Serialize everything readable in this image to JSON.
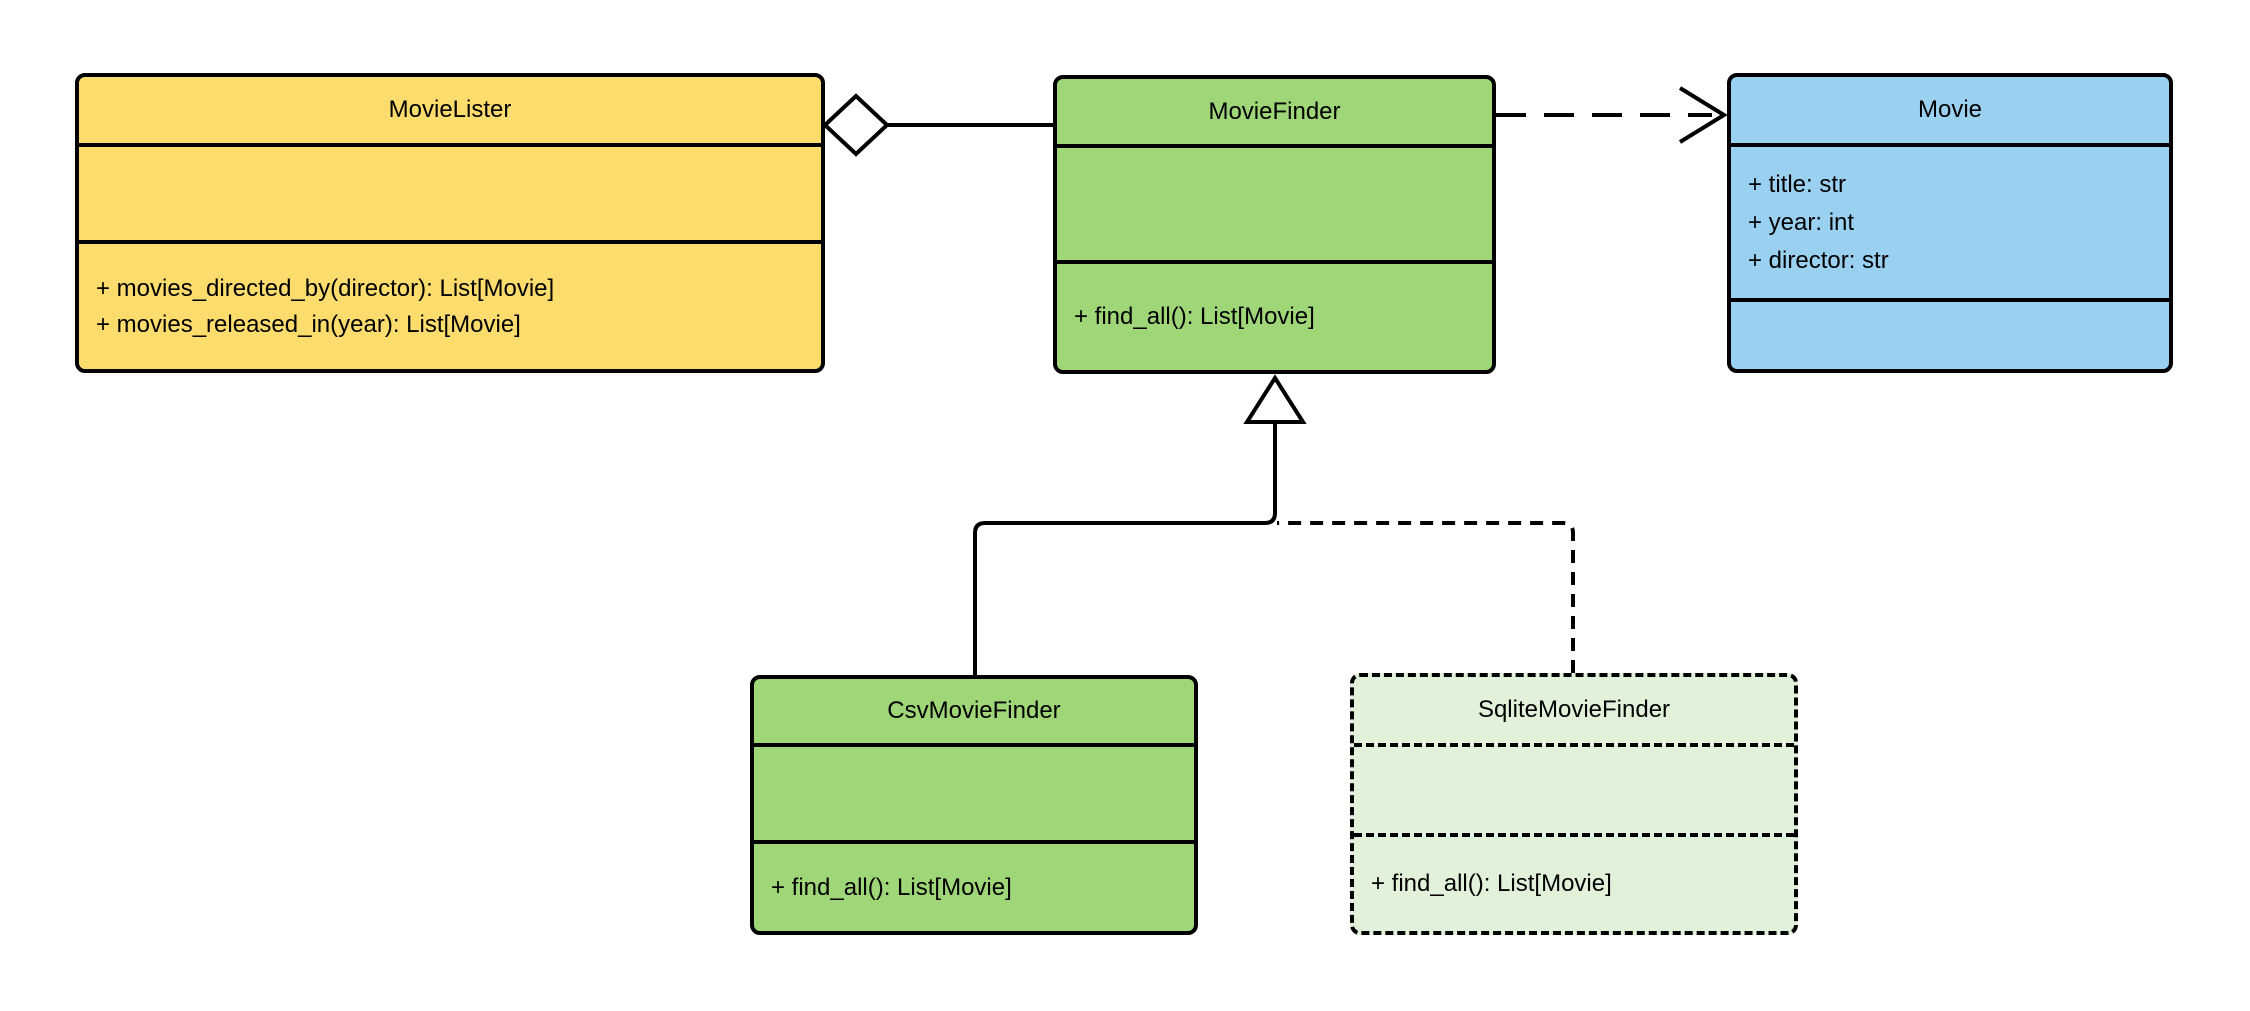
{
  "diagram": {
    "kind": "uml-class-diagram",
    "background_color": "#FFFFFF",
    "line_color": "#000000",
    "classes": [
      {
        "name": "MovieLister",
        "fill": "#FDDC6E",
        "border": "solid",
        "attributes": [],
        "methods": [
          "+ movies_directed_by(director): List[Movie]",
          "+ movies_released_in(year): List[Movie]"
        ]
      },
      {
        "name": "MovieFinder",
        "fill": "#9FD678",
        "border": "solid",
        "attributes": [],
        "methods": [
          "+ find_all(): List[Movie]"
        ]
      },
      {
        "name": "Movie",
        "fill": "#9AD1F1",
        "border": "solid",
        "attributes": [
          "+ title: str",
          "+ year: int",
          "+ director: str"
        ],
        "methods": []
      },
      {
        "name": "CsvMovieFinder",
        "fill": "#9FD678",
        "border": "solid",
        "attributes": [],
        "methods": [
          "+ find_all(): List[Movie]"
        ]
      },
      {
        "name": "SqliteMovieFinder",
        "fill": "#E2F2DA",
        "border": "dashed",
        "attributes": [],
        "methods": [
          "+ find_all(): List[Movie]"
        ]
      }
    ],
    "relationships": [
      {
        "type": "aggregation",
        "from": "MovieLister",
        "to": "MovieFinder",
        "line": "solid",
        "marker": "hollow-diamond-at-source"
      },
      {
        "type": "dependency",
        "from": "MovieFinder",
        "to": "Movie",
        "line": "dashed",
        "marker": "open-arrow-at-target"
      },
      {
        "type": "generalization",
        "from": "CsvMovieFinder",
        "to": "MovieFinder",
        "line": "solid",
        "marker": "hollow-triangle-at-target"
      },
      {
        "type": "generalization",
        "from": "SqliteMovieFinder",
        "to": "MovieFinder",
        "line": "dashed",
        "marker": "hollow-triangle-at-target"
      }
    ]
  }
}
